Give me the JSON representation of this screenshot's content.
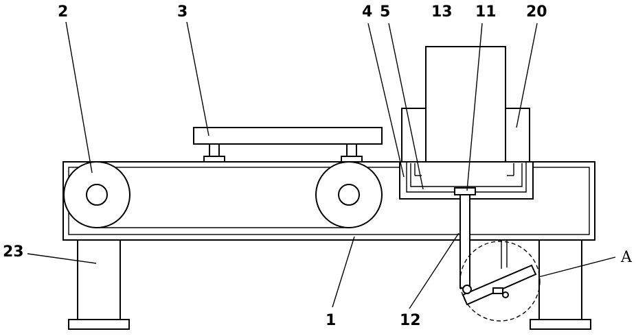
{
  "figure": {
    "callouts": {
      "label_1": "1",
      "label_2": "2",
      "label_3": "3",
      "label_4": "4",
      "label_5": "5",
      "label_11": "11",
      "label_12": "12",
      "label_13": "13",
      "label_20": "20",
      "label_23": "23",
      "label_A": "A"
    },
    "colors": {
      "line": "#000000",
      "background": "#ffffff"
    }
  }
}
